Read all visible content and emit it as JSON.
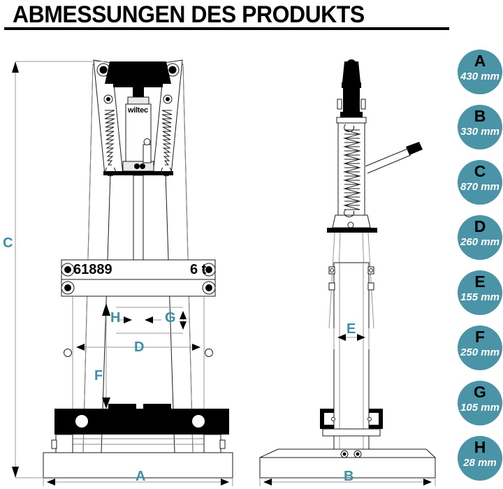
{
  "header": {
    "title": "ABMESSUNGEN DES PRODUKTS"
  },
  "product": {
    "model_number": "61889",
    "capacity": "6 t",
    "brand": "wiltec"
  },
  "dimension_badges": [
    {
      "letter": "A",
      "value": "430 mm"
    },
    {
      "letter": "B",
      "value": "330 mm"
    },
    {
      "letter": "C",
      "value": "870 mm"
    },
    {
      "letter": "D",
      "value": "260 mm"
    },
    {
      "letter": "E",
      "value": "155 mm"
    },
    {
      "letter": "F",
      "value": "250 mm"
    },
    {
      "letter": "G",
      "value": "105 mm"
    },
    {
      "letter": "H",
      "value": "28 mm"
    }
  ],
  "front_view": {
    "labels": {
      "c": "C",
      "d": "D",
      "f": "F",
      "g": "G",
      "h": "H",
      "a": "A"
    }
  },
  "side_view": {
    "labels": {
      "e": "E",
      "b": "B"
    }
  },
  "colors": {
    "badge_fill": "#4b93a6",
    "dimension_label": "#3d8fa3",
    "line": "#1a1a1a",
    "background": "#ffffff"
  }
}
